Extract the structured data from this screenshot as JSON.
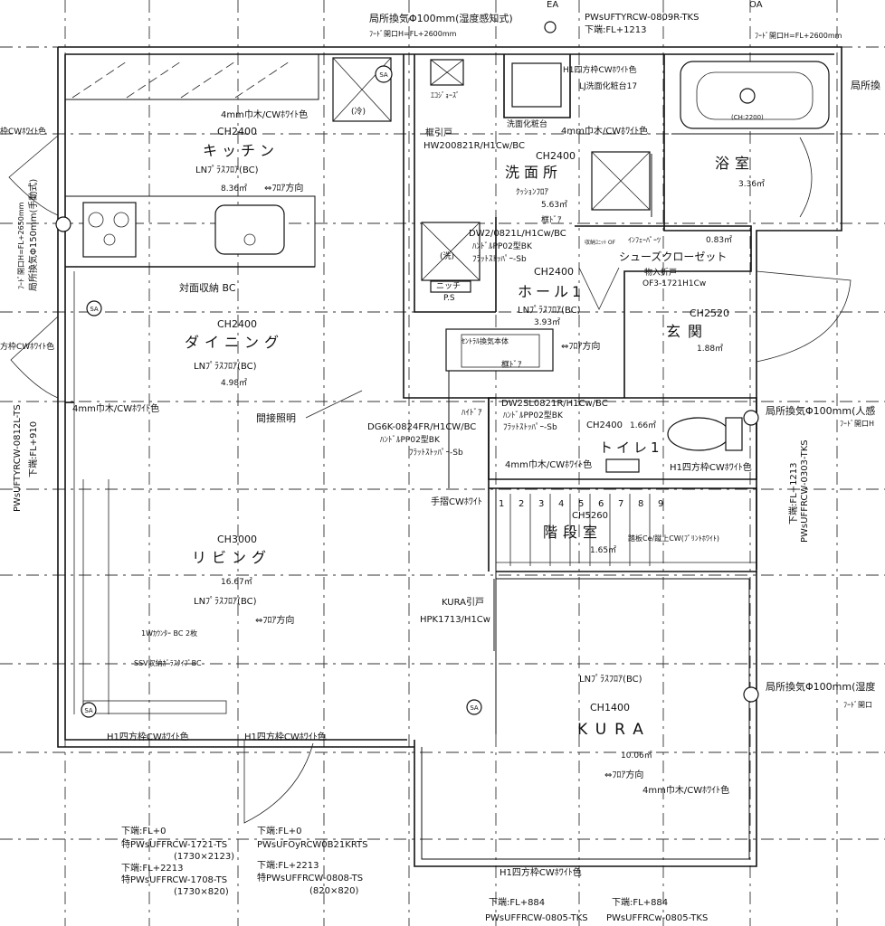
{
  "top": {
    "vent_label": "局所換気Φ100mm(湿度感知式)",
    "hood_label": "ﾌｰﾄﾞ開口H=FL+2600mm",
    "window_code": "PWsUFTYRCW-0809R-TKS",
    "window_sill": "下端:FL+1213",
    "grid_ea": "EA",
    "grid_oa": "OA",
    "hood_right": "ﾌｰﾄﾞ開口H=FL+2600mm"
  },
  "rooms": {
    "kitchen": {
      "ch": "CH2400",
      "name": "キッチン",
      "floor": "LNﾌﾟﾗｽﾌﾛｱ(BC)",
      "area": "8.36㎡",
      "dir": "⇔ﾌﾛｱ方向",
      "skirting": "4mm巾木/CWﾎﾜｲﾄ色",
      "storage": "対面収納 BC"
    },
    "dining": {
      "ch": "CH2400",
      "name": "ダイニング",
      "floor": "LNﾌﾟﾗｽﾌﾛｱ(BC)",
      "area": "4.98㎡",
      "skirting": "4mm巾木/CWﾎﾜｲﾄ色",
      "light": "間接照明"
    },
    "living": {
      "ch": "CH3000",
      "name": "リビング",
      "area": "16.67㎡",
      "floor": "LNﾌﾟﾗｽﾌﾛｱ(BC)",
      "dir": "⇔ﾌﾛｱ方向",
      "counter": "1Wｶｳﾝﾀｰ BC 2枚",
      "ssv": "SSV収納ｶﾞﾗｽﾀｲﾌﾟBC"
    },
    "washroom": {
      "ch": "CH2400",
      "name": "洗面所",
      "floor": "ｸｯｼｮﾝﾌﾛｱ",
      "area": "5.63㎡",
      "vanity": "洗面化粧台",
      "vanity_model": "LJ洗面化粧台17",
      "frame": "H1四方枠CWﾎﾜｲﾄ色",
      "skirting": "4mm巾木/CWﾎﾜｲﾄ色",
      "ecojoes": "ｴｺｼﾞｮｰｽﾞ",
      "door_label": "框引戸",
      "door_code": "HW200821R/H1Cw/BC",
      "cold": "(冷)",
      "wash": "(洗)"
    },
    "bath": {
      "name": "浴室",
      "area": "3.36㎡",
      "ch": "(CH:2200)",
      "vent": "局所換"
    },
    "hall": {
      "ch": "CH2400",
      "name": "ホール1",
      "floor": "LNﾌﾟﾗｽﾌﾛｱ(BC)",
      "area": "3.93㎡",
      "vent": "ｾﾝﾄﾗﾙ換気本体",
      "dir": "⇔ﾌﾛｱ方向",
      "niche": "ニッチ",
      "ps": "P.S"
    },
    "shoe": {
      "name": "シューズクローゼット",
      "area": "0.83㎡",
      "opt": "ｲﾝﾌｪｰﾊﾟｰﾂ",
      "hook": "物入折戸",
      "hook_code": "OF3-1721H1Cw",
      "small": "収納ﾕﾆｯﾄ OF"
    },
    "entrance": {
      "ch": "CH2520",
      "name": "玄関",
      "area": "1.88㎡"
    },
    "toilet": {
      "ch": "CH2400",
      "name": "トイレ1",
      "area": "1.66㎡",
      "frame": "H1四方枠CWﾎﾜｲﾄ色",
      "skirting": "4mm巾木/CWﾎﾜｲﾄ色",
      "vent": "局所換気Φ100mm(人感",
      "hood": "ﾌｰﾄﾞ開口H",
      "window_sill": "下端:FL+1213",
      "window_code": "PWsUFFRCW-0303-TKS"
    },
    "stair": {
      "ch": "CH5260",
      "name": "階段室",
      "area": "1.65㎡",
      "handrail": "手摺CWﾎﾜｲﾄ",
      "tread": "踏板Ce/蹴上CW(ﾌﾟﾘﾝﾄﾎﾜｲﾄ)",
      "steps": [
        "1",
        "2",
        "3",
        "4",
        "5",
        "6",
        "7",
        "8",
        "9"
      ]
    },
    "kura": {
      "floor": "LNﾌﾟﾗｽﾌﾛｱ(BC)",
      "ch": "CH1400",
      "name": "KURA",
      "area": "10.06㎡",
      "dir": "⇔ﾌﾛｱ方向",
      "skirting": "4mm巾木/CWﾎﾜｲﾄ色",
      "door_label": "KURA引戸",
      "door_code": "HPK1713/H1Cw",
      "vent": "局所換気Φ100mm(湿度",
      "hood": "ﾌｰﾄﾞ開口"
    }
  },
  "doors": {
    "d1_a": "DW2/0821L/H1Cw/BC",
    "d1_b": "ﾊﾝﾄﾞﾙPP02型BK",
    "d1_c": "ﾌﾗｯﾄｽﾄｯﾊﾟｰ-Sb",
    "d1_frame": "框ﾄﾞｱ",
    "d2_frame": "框ﾄﾞｱ",
    "d2_a": "DW2SL0821R/H1Cw/BC",
    "d2_b": "ﾊﾝﾄﾞﾙPP02型BK",
    "d2_c": "ﾌﾗｯﾄｽﾄｯﾊﾟｰ-Sb",
    "d3_label": "ﾊｲﾄﾞｱ",
    "d3_a": "DG6K-0824FR/H1CW/BC",
    "d3_b": "ﾊﾝﾄﾞﾙPP02型BK",
    "d3_c": "ﾌﾗｯﾄｽﾄｯﾊﾟｰ-Sb"
  },
  "left": {
    "frame1": "枠CWﾎﾜｲﾄ色",
    "vent": "局所換気Φ150mm(手動式)",
    "hood": "ﾌｰﾄﾞ開口H=FL+2650mm",
    "frame2": "方枠CWﾎﾜｲﾄ色",
    "window_code": "PWsUFTYRCW-0812L-TS",
    "window_sill": "下端:FL+910"
  },
  "bottom": {
    "frame_left": "H1四方枠CWﾎﾜｲﾄ色",
    "frame_mid": "H1四方枠CWﾎﾜｲﾄ色",
    "frame_kura": "H1四方枠CWﾎﾜｲﾄ色",
    "w1": [
      "下端:FL+0",
      "特PWsUFFRCW-1721-TS",
      "(1730×2123)"
    ],
    "w2": [
      "下端:FL+2213",
      "特PWsUFFRCW-1708-TS",
      "(1730×820)"
    ],
    "w3": [
      "下端:FL+0",
      "PWsUFOyRCW0B21KRTS"
    ],
    "w4": [
      "下端:FL+2213",
      "特PWsUFFRCW-0808-TS",
      "(820×820)"
    ],
    "w5": [
      "下端:FL+884",
      "PWsUFFRCW-0805-TKS"
    ],
    "w6": [
      "下端:FL+884",
      "PWsUFFRCw-0805-TKS"
    ]
  },
  "symbols": {
    "sa": "SA"
  }
}
